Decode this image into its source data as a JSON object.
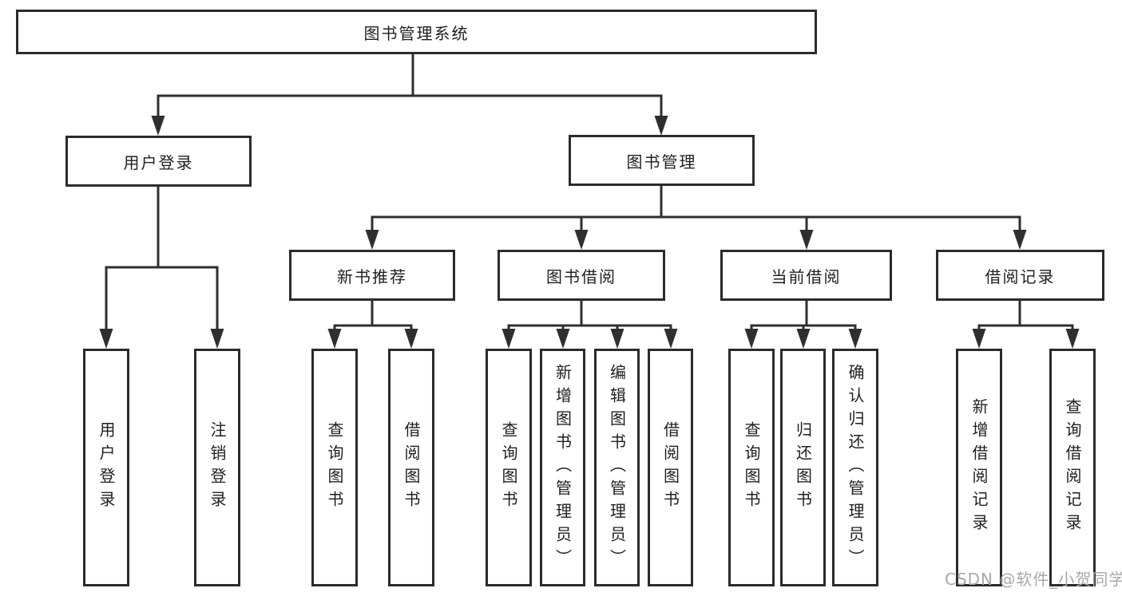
{
  "diagram": {
    "type": "hierarchy-tree",
    "tree": {
      "root": {
        "label": "图书管理系统",
        "children": [
          {
            "label": "用户登录",
            "children": [
              {
                "label": "用户登录"
              },
              {
                "label": "注销登录"
              }
            ]
          },
          {
            "label": "图书管理",
            "children": [
              {
                "label": "新书推荐",
                "children": [
                  {
                    "label": "查询图书"
                  },
                  {
                    "label": "借阅图书"
                  }
                ]
              },
              {
                "label": "图书借阅",
                "children": [
                  {
                    "label": "查询图书"
                  },
                  {
                    "label": "新增图书（管理员）"
                  },
                  {
                    "label": "编辑图书（管理员）"
                  },
                  {
                    "label": "借阅图书"
                  }
                ]
              },
              {
                "label": "当前借阅",
                "children": [
                  {
                    "label": "查询图书"
                  },
                  {
                    "label": "归还图书"
                  },
                  {
                    "label": "确认归还（管理员）"
                  }
                ]
              },
              {
                "label": "借阅记录",
                "children": [
                  {
                    "label": "新增借阅记录"
                  },
                  {
                    "label": "查询借阅记录"
                  }
                ]
              }
            ]
          }
        ]
      }
    },
    "colors": {
      "line": "#2f2f2f",
      "box_border": "#2b2b2b",
      "box_fill": "#ffffff",
      "text": "#1f1f1f",
      "watermark": "#a8a8a8"
    }
  },
  "watermark": {
    "text": "CSDN @软件_小贺同学"
  }
}
